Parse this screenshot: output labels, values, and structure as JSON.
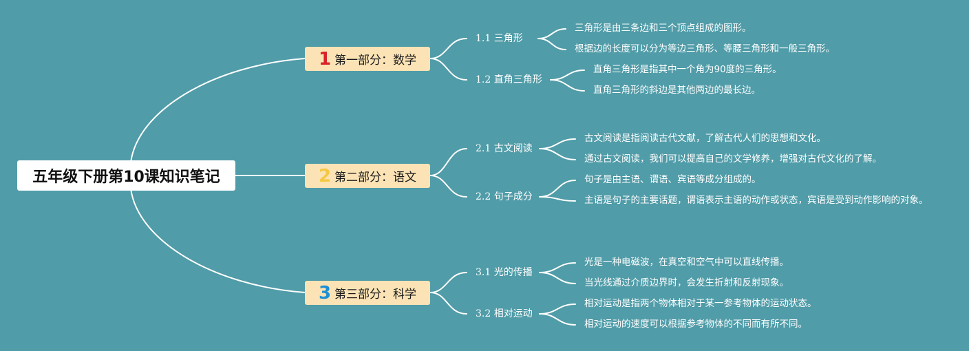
{
  "mindmap": {
    "root": "五年级下册第10课知识笔记",
    "colors": {
      "background": "#509ca8",
      "root_box": "#ffffff",
      "section_box": "#fbe3b6",
      "lines": "#ffffff",
      "num_1": "#d9232a",
      "num_2": "#f5c842",
      "num_3": "#1e8fd4"
    },
    "sections": [
      {
        "num": "1",
        "label": "第一部分：数学",
        "subs": [
          {
            "label": "1.1 三角形",
            "leaves": [
              "三角形是由三条边和三个顶点组成的图形。",
              "根据边的长度可以分为等边三角形、等腰三角形和一般三角形。"
            ]
          },
          {
            "label": "1.2 直角三角形",
            "leaves": [
              "直角三角形是指其中一个角为90度的三角形。",
              "直角三角形的斜边是其他两边的最长边。"
            ]
          }
        ]
      },
      {
        "num": "2",
        "label": "第二部分：语文",
        "subs": [
          {
            "label": "2.1 古文阅读",
            "leaves": [
              "古文阅读是指阅读古代文献，了解古代人们的思想和文化。",
              "通过古文阅读，我们可以提高自己的文学修养，增强对古代文化的了解。"
            ]
          },
          {
            "label": "2.2 句子成分",
            "leaves": [
              "句子是由主语、谓语、宾语等成分组成的。",
              "主语是句子的主要话题，谓语表示主语的动作或状态，宾语是受到动作影响的对象。"
            ]
          }
        ]
      },
      {
        "num": "3",
        "label": "第三部分：科学",
        "subs": [
          {
            "label": "3.1 光的传播",
            "leaves": [
              "光是一种电磁波，在真空和空气中可以直线传播。",
              "当光线通过介质边界时，会发生折射和反射现象。"
            ]
          },
          {
            "label": "3.2 相对运动",
            "leaves": [
              "相对运动是指两个物体相对于某一参考物体的运动状态。",
              "相对运动的速度可以根据参考物体的不同而有所不同。"
            ]
          }
        ]
      }
    ]
  }
}
